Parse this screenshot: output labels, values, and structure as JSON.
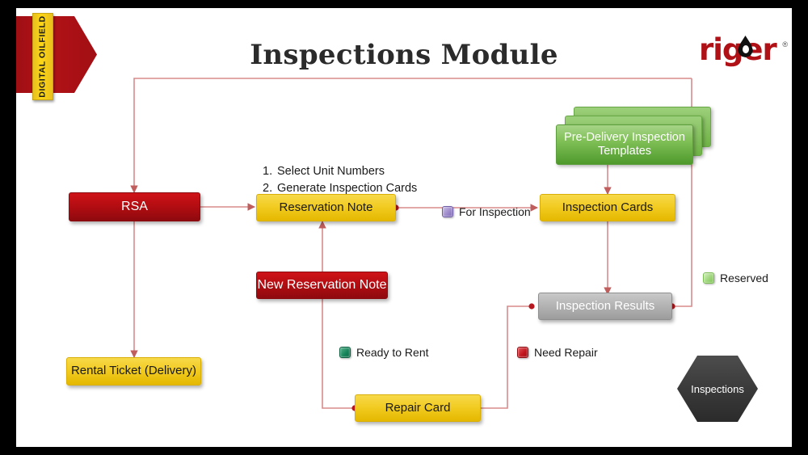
{
  "slide": {
    "title": "Inspections Module",
    "ribbon_label": "DIGITAL OILFIELD",
    "logo": {
      "text": "riger",
      "registered_mark": "®"
    },
    "background_color": "#ffffff",
    "outer_color": "#000000"
  },
  "steps": {
    "items": [
      {
        "number": "1.",
        "label": "Select Unit Numbers"
      },
      {
        "number": "2.",
        "label": "Generate Inspection Cards"
      }
    ]
  },
  "nodes": {
    "rsa": {
      "label": "RSA",
      "color": "#b40d12",
      "shape": "rect"
    },
    "reservation_note": {
      "label": "Reservation Note",
      "color": "#f2cc22",
      "shape": "rect"
    },
    "new_reservation": {
      "label": "New Reservation Note",
      "color": "#b40d12",
      "shape": "rect"
    },
    "rental_ticket": {
      "label": "Rental Ticket (Delivery)",
      "color": "#f2cc22",
      "shape": "rect"
    },
    "repair_card": {
      "label": "Repair Card",
      "color": "#f2cc22",
      "shape": "rect"
    },
    "inspection_cards": {
      "label": "Inspection  Cards",
      "color": "#f2cc22",
      "shape": "rect"
    },
    "inspection_results": {
      "label": "Inspection Results",
      "color": "#b3b3b3",
      "shape": "rect"
    },
    "templates": {
      "label": "Pre-Delivery Inspection Templates",
      "color": "#80c057",
      "shape": "stacked-rect"
    },
    "inspections_hex": {
      "label": "Inspections",
      "color": "#3a3a3a",
      "shape": "hexagon"
    }
  },
  "legend": {
    "for_inspection": {
      "label": "For Inspection",
      "color": "#9b88c9",
      "marker": "square-chip"
    },
    "reserved": {
      "label": "Reserved",
      "color": "#9bd477",
      "marker": "square-chip"
    },
    "ready_to_rent": {
      "label": "Ready to Rent",
      "color": "#14835a",
      "marker": "square-chip"
    },
    "need_repair": {
      "label": "Need Repair",
      "color": "#c0141c",
      "marker": "square-chip"
    }
  },
  "connector_color": "#d98a8a"
}
